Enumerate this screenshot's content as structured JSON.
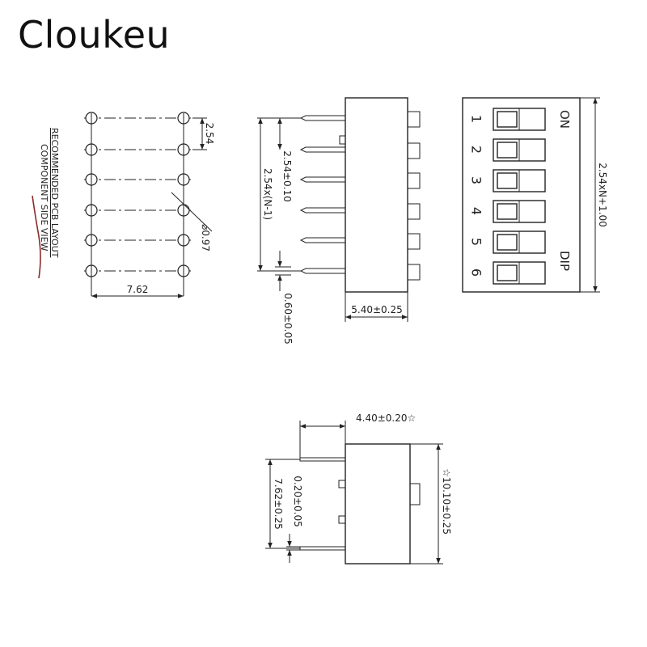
{
  "brand": "Cloukeu",
  "pcb": {
    "note_line1": "RECOMMENDED PCB LAYOUT",
    "note_line2": "COMPONENT SIDE VIEW",
    "pitch": "2.54",
    "row_spacing": "7.62",
    "hole_dia": "⌀0.97"
  },
  "side": {
    "pitch": "2.54±0.10",
    "span": "2.54x(N-1)",
    "pin_width": "0.60±0.05",
    "body_width": "5.40±0.25"
  },
  "top": {
    "on_label": "ON",
    "dip_label": "DIP",
    "switch_numbers": [
      "1",
      "2",
      "3",
      "4",
      "5",
      "6"
    ],
    "length": "2.54xN+1.00"
  },
  "end": {
    "height": "4.40±0.20☆",
    "pin_thickness": "0.20±0.05",
    "row_spacing": "7.62±0.25",
    "length": "☆10.10±0.25"
  }
}
